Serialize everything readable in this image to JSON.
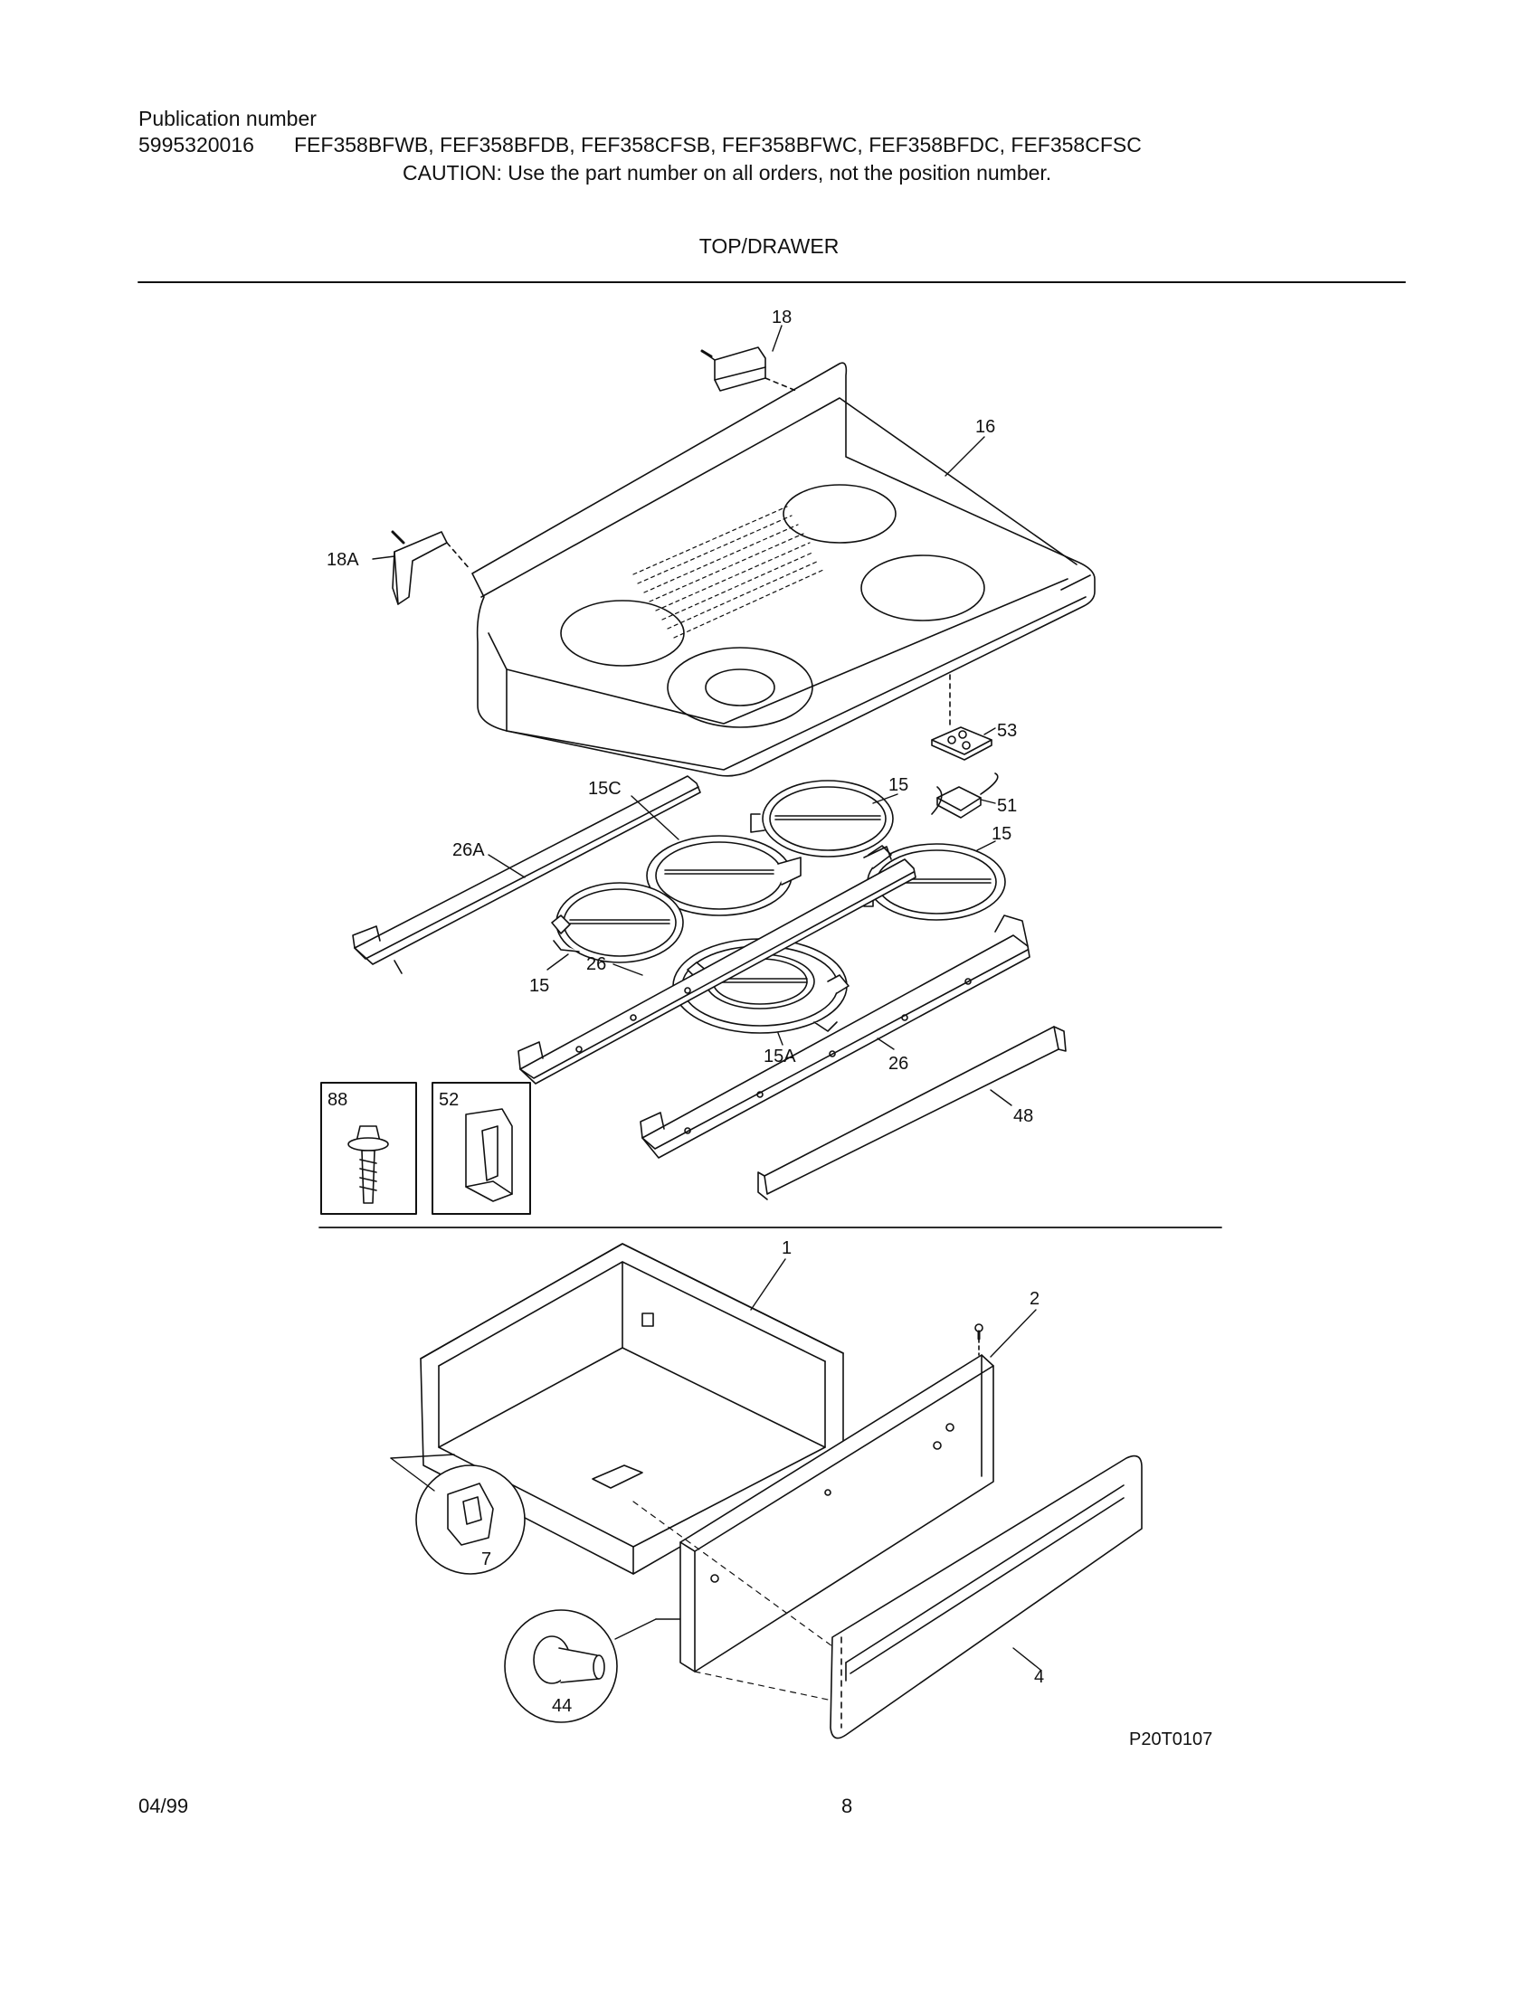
{
  "header": {
    "publication_label": "Publication number",
    "publication_number": "5995320016",
    "models": "FEF358BFWB, FEF358BFDB, FEF358CFSB, FEF358BFWC, FEF358BFDC, FEF358CFSC",
    "caution": "CAUTION:  Use the part number on all orders, not the position number."
  },
  "section_title": "TOP/DRAWER",
  "callouts": {
    "p18": "18",
    "p16": "16",
    "p18a": "18A",
    "p53": "53",
    "p51": "51",
    "p15c": "15C",
    "p15_right_top": "15",
    "p15_right": "15",
    "p15_left": "15",
    "p26a": "26A",
    "p26_left": "26",
    "p26_right": "26",
    "p15a": "15A",
    "p48": "48",
    "p88": "88",
    "p52": "52",
    "p1": "1",
    "p2": "2",
    "p7": "7",
    "p44": "44",
    "p4": "4"
  },
  "diagram_code": "P20T0107",
  "footer": {
    "date": "04/99",
    "page": "8"
  }
}
